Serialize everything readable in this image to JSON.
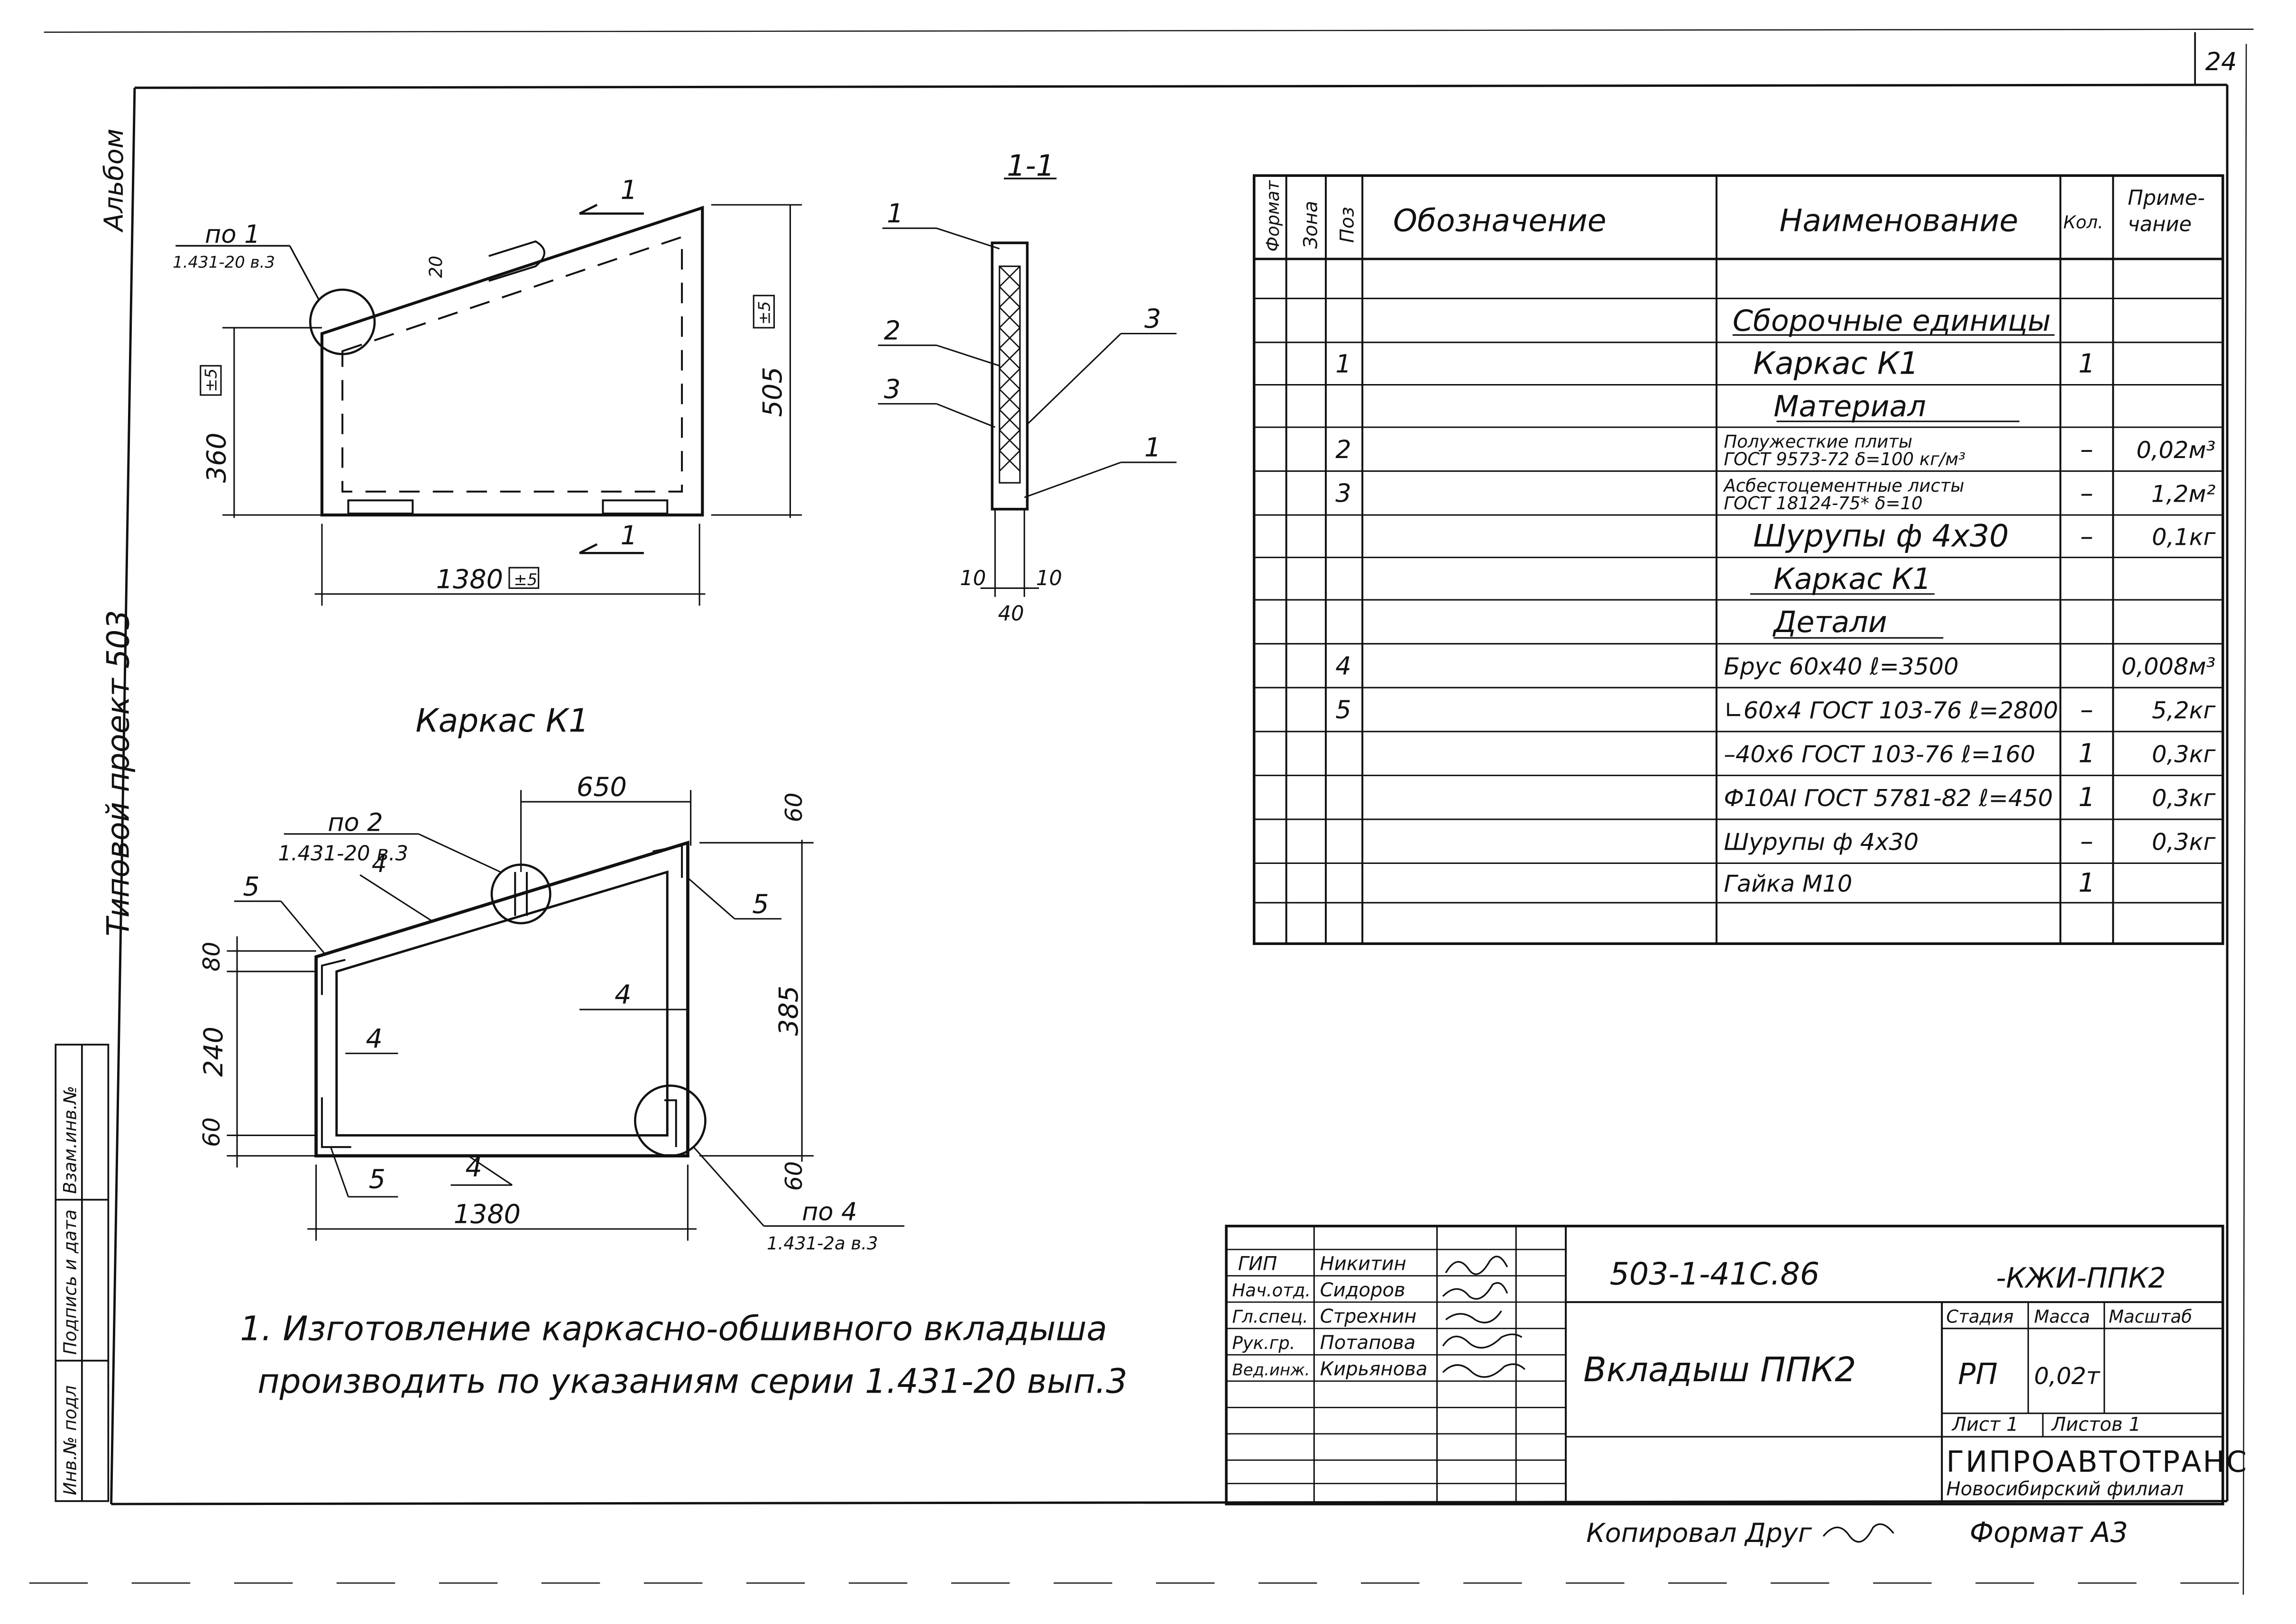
{
  "sheet": {
    "number": "24",
    "side_labels": {
      "album": "Альбом",
      "project": "Типовой проект 503"
    },
    "side_stamp": {
      "inv_podl": "Инв.№ подл",
      "sign_date": "Подпись и дата",
      "vzam": "Взам.инв.№"
    }
  },
  "section_view": {
    "title": "1-1",
    "callouts": [
      "1",
      "2",
      "3",
      "3",
      "1"
    ],
    "dims": [
      "10",
      "10",
      "40"
    ]
  },
  "top_view": {
    "node_ref_label": "по 1",
    "node_ref_series": "1.431-20 в.3",
    "dim_20": "20",
    "dim_360": "360",
    "dim_505": "505",
    "dim_1380": "1380",
    "tolerance": "±5",
    "cut_mark": "1"
  },
  "frame_view": {
    "caption": "Каркас К1",
    "node2_label": "по 2",
    "node2_series": "1.431-20 в.3",
    "node4_label": "по 4",
    "node4_series": "1.431-2а в.3",
    "dim_650": "650",
    "dim_60_top": "60",
    "dim_385": "385",
    "dim_80": "80",
    "dim_240": "240",
    "dim_60_left": "60",
    "dim_60_right": "60",
    "dim_1380": "1380",
    "pos_4": "4",
    "pos_5": "5"
  },
  "note": {
    "line1": "1. Изготовление каркасно-обшивного вкладыша",
    "line2": "производить по указаниям серии 1.431-20 вып.3"
  },
  "spec_table": {
    "headers": {
      "format": "Формат",
      "zone": "Зона",
      "pos": "Поз",
      "designation": "Обозначение",
      "name": "Наименование",
      "qty": "Кол.",
      "note1": "Приме-",
      "note2": "чание"
    },
    "rows": [
      {
        "pos": "",
        "name": "",
        "qty": "",
        "note": "",
        "style": "plain"
      },
      {
        "pos": "",
        "name": "Сборочные единицы",
        "qty": "",
        "note": "",
        "style": "heading"
      },
      {
        "pos": "1",
        "name": "Каркас  К1",
        "qty": "1",
        "note": "",
        "style": "large"
      },
      {
        "pos": "",
        "name": "Материал",
        "qty": "",
        "note": "",
        "style": "heading"
      },
      {
        "pos": "2",
        "name": "Полужесткие плиты",
        "name2": "ГОСТ 9573-72  δ=100 кг/м³",
        "qty": "–",
        "note": "0,02м³",
        "style": "small"
      },
      {
        "pos": "3",
        "name": "Асбестоцементные листы",
        "name2": "ГОСТ 18124-75*  δ=10",
        "qty": "–",
        "note": "1,2м²",
        "style": "small"
      },
      {
        "pos": "",
        "name": "Шурупы ф 4х30",
        "qty": "–",
        "note": "0,1кг",
        "style": "large"
      },
      {
        "pos": "",
        "name": "Каркас К1",
        "qty": "",
        "note": "",
        "style": "heading"
      },
      {
        "pos": "",
        "name": "Детали",
        "qty": "",
        "note": "",
        "style": "heading"
      },
      {
        "pos": "4",
        "name": "Брус 60х40  ℓ=3500",
        "qty": "",
        "note": "0,008м³",
        "style": "normal"
      },
      {
        "pos": "5",
        "name": "∟60х4 ГОСТ 103-76  ℓ=2800",
        "qty": "–",
        "note": "5,2кг",
        "style": "normal"
      },
      {
        "pos": "",
        "name": "–40х6 ГОСТ 103-76  ℓ=160",
        "qty": "1",
        "note": "0,3кг",
        "style": "normal"
      },
      {
        "pos": "",
        "name": "Ф10АI ГОСТ 5781-82  ℓ=450",
        "qty": "1",
        "note": "0,3кг",
        "style": "normal"
      },
      {
        "pos": "",
        "name": "Шурупы ф 4х30",
        "qty": "–",
        "note": "0,3кг",
        "style": "normal"
      },
      {
        "pos": "",
        "name": "Гайка М10",
        "qty": "1",
        "note": "",
        "style": "normal"
      },
      {
        "pos": "",
        "name": "",
        "qty": "",
        "note": "",
        "style": "plain"
      }
    ]
  },
  "title_block": {
    "code": "503-1-41С.86",
    "code_suffix": "-КЖИ-ППК2",
    "title": "Вкладыш ППК2",
    "stage_label": "Стадия",
    "mass_label": "Масса",
    "scale_label": "Масштаб",
    "stage": "РП",
    "mass": "0,02т",
    "sheet_label": "Лист 1",
    "sheets_label": "Листов 1",
    "org": "ГИПРОАВТОТРАНС",
    "org_branch": "Новосибирский филиал",
    "people": [
      {
        "role": "ГИП",
        "name": "Никитин"
      },
      {
        "role": "Нач.отд.",
        "name": "Сидоров"
      },
      {
        "role": "Гл.спец.",
        "name": "Стрехнин"
      },
      {
        "role": "Рук.гр.",
        "name": "Потапова"
      },
      {
        "role": "Вед.инж.",
        "name": "Кирьянова"
      }
    ],
    "copied_by": "Копировал  Друг",
    "format": "Формат А3"
  }
}
